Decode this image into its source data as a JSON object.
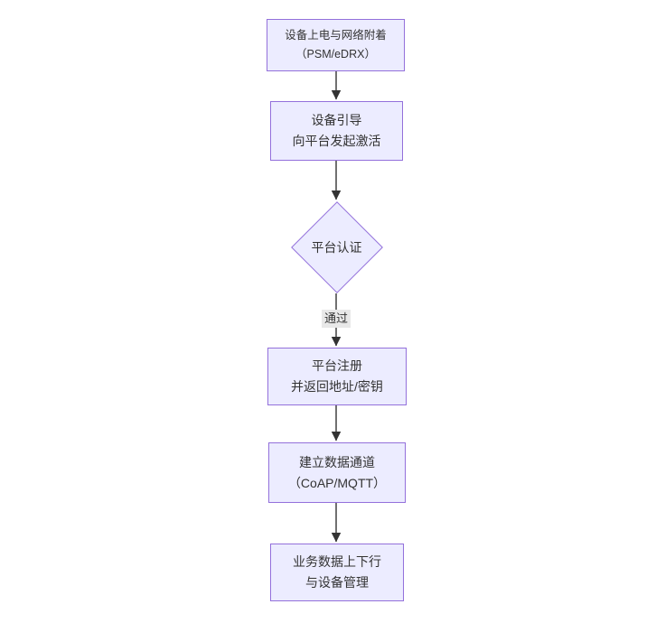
{
  "diagram": {
    "type": "flowchart",
    "direction": "top-down",
    "colors": {
      "node_fill": "#ECECFF",
      "node_border": "#9370DB",
      "edge_color": "#333333",
      "text_color": "#333333",
      "edge_label_bg": "#e8e8e8",
      "background": "#ffffff"
    },
    "nodes": {
      "power_attach": {
        "shape": "rect",
        "line1": "设备上电与网络附着",
        "line2": "（PSM/eDRX）"
      },
      "bootstrap": {
        "shape": "rect",
        "line1": "设备引导",
        "line2": "向平台发起激活"
      },
      "auth": {
        "shape": "diamond",
        "label": "平台认证"
      },
      "register": {
        "shape": "rect",
        "line1": "平台注册",
        "line2": "并返回地址/密钥"
      },
      "channel": {
        "shape": "rect",
        "line1": "建立数据通道",
        "line2": "（CoAP/MQTT）"
      },
      "business": {
        "shape": "rect",
        "line1": "业务数据上下行",
        "line2": "与设备管理"
      }
    },
    "edges": {
      "auth_to_register_label": "通过"
    },
    "flow_order": [
      "power_attach",
      "bootstrap",
      "auth",
      "register",
      "channel",
      "business"
    ]
  }
}
